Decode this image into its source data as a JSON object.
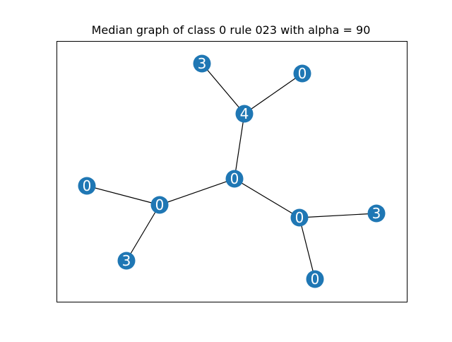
{
  "title": "Median graph of class 0 rule 023 with alpha = 90",
  "colors": {
    "node_fill": "#1f77b4",
    "node_label": "#ffffff",
    "edge": "#000000",
    "frame": "#000000"
  },
  "nodes": [
    {
      "id": "n1",
      "label": "3"
    },
    {
      "id": "n2",
      "label": "0"
    },
    {
      "id": "n3",
      "label": "4"
    },
    {
      "id": "n4",
      "label": "0"
    },
    {
      "id": "n5",
      "label": "0"
    },
    {
      "id": "n6",
      "label": "0"
    },
    {
      "id": "n7",
      "label": "0"
    },
    {
      "id": "n8",
      "label": "3"
    },
    {
      "id": "n9",
      "label": "3"
    },
    {
      "id": "n10",
      "label": "0"
    }
  ],
  "edges": [
    [
      "n1",
      "n3"
    ],
    [
      "n2",
      "n3"
    ],
    [
      "n3",
      "n4"
    ],
    [
      "n4",
      "n6"
    ],
    [
      "n4",
      "n7"
    ],
    [
      "n5",
      "n6"
    ],
    [
      "n6",
      "n9"
    ],
    [
      "n7",
      "n8"
    ],
    [
      "n7",
      "n10"
    ]
  ]
}
